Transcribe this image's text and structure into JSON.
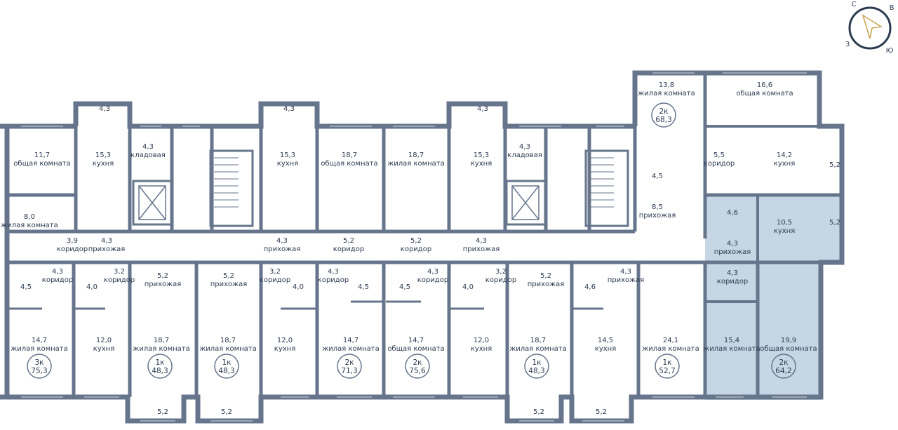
{
  "colors": {
    "wall": "#66758c",
    "highlight": "#c6d6e4",
    "text": "#2c3a50",
    "window": "#9aa7b8"
  },
  "compass": {
    "n": "С",
    "e": "В",
    "s": "Ю",
    "w": "З"
  },
  "rooms": [
    {
      "area": "4,3",
      "name": ""
    },
    {
      "area": "4,3",
      "name": ""
    },
    {
      "area": "4,3",
      "name": ""
    },
    {
      "area": "13,8",
      "name": "жилая комната"
    },
    {
      "area": "16,6",
      "name": "общая комната"
    },
    {
      "area": "11,7",
      "name": "общая комната"
    },
    {
      "area": "15,3",
      "name": "кухня"
    },
    {
      "area": "4,3",
      "name": "кладовая"
    },
    {
      "area": "15,3",
      "name": "кухня"
    },
    {
      "area": "18,7",
      "name": "общая комната"
    },
    {
      "area": "18,7",
      "name": "жилая комната"
    },
    {
      "area": "15,3",
      "name": "кухня"
    },
    {
      "area": "4,3",
      "name": "кладовая"
    },
    {
      "area": "5,5",
      "name": "коридор"
    },
    {
      "area": "14,2",
      "name": "кухня"
    },
    {
      "area": "5,2",
      "name": ""
    },
    {
      "area": "4,5",
      "name": ""
    },
    {
      "area": "8,0",
      "name": "жилая комната"
    },
    {
      "area": "8,5",
      "name": "прихожая"
    },
    {
      "area": "4,6",
      "name": ""
    },
    {
      "area": "10,5",
      "name": "кухня"
    },
    {
      "area": "5,2",
      "name": ""
    },
    {
      "area": "3,9",
      "name": "коридор"
    },
    {
      "area": "4,3",
      "name": "прихожая"
    },
    {
      "area": "4,3",
      "name": "прихожая"
    },
    {
      "area": "5,2",
      "name": "коридор"
    },
    {
      "area": "5,2",
      "name": "коридор"
    },
    {
      "area": "4,3",
      "name": "прихожая"
    },
    {
      "area": "4,3",
      "name": "прихожая"
    },
    {
      "area": "4,3",
      "name": "коридор"
    },
    {
      "area": "3,2",
      "name": "коридор"
    },
    {
      "area": "5,2",
      "name": "прихожая"
    },
    {
      "area": "5,2",
      "name": "прихожая"
    },
    {
      "area": "3,2",
      "name": "коридор"
    },
    {
      "area": "4,3",
      "name": "коридор"
    },
    {
      "area": "4,3",
      "name": "коридор"
    },
    {
      "area": "3,2",
      "name": "коридор"
    },
    {
      "area": "5,2",
      "name": "прихожая"
    },
    {
      "area": "4,3",
      "name": "прихожая"
    },
    {
      "area": "4,3",
      "name": "коридор"
    },
    {
      "area": "4,5",
      "name": ""
    },
    {
      "area": "4,0",
      "name": ""
    },
    {
      "area": "4,0",
      "name": ""
    },
    {
      "area": "4,5",
      "name": ""
    },
    {
      "area": "4,5",
      "name": ""
    },
    {
      "area": "4,0",
      "name": ""
    },
    {
      "area": "4,6",
      "name": ""
    },
    {
      "area": "14,7",
      "name": "жилая комната"
    },
    {
      "area": "12,0",
      "name": "кухня"
    },
    {
      "area": "18,7",
      "name": "жилая комната"
    },
    {
      "area": "18,7",
      "name": "жилая комната"
    },
    {
      "area": "12,0",
      "name": "кухня"
    },
    {
      "area": "14,7",
      "name": "жилая комната"
    },
    {
      "area": "14,7",
      "name": "общая комната"
    },
    {
      "area": "12,0",
      "name": "кухня"
    },
    {
      "area": "18,7",
      "name": "жилая комната"
    },
    {
      "area": "14,5",
      "name": "кухня"
    },
    {
      "area": "24,1",
      "name": "жилая комната"
    },
    {
      "area": "15,4",
      "name": "жилая комната"
    },
    {
      "area": "19,9",
      "name": "общая комната"
    },
    {
      "area": "5,2",
      "name": ""
    },
    {
      "area": "5,2",
      "name": ""
    },
    {
      "area": "5,2",
      "name": ""
    },
    {
      "area": "5,2",
      "name": ""
    }
  ],
  "apartments": [
    {
      "type": "2к",
      "area": "68,3"
    },
    {
      "type": "3к",
      "area": "75,3"
    },
    {
      "type": "1к",
      "area": "48,3"
    },
    {
      "type": "1к",
      "area": "48,3"
    },
    {
      "type": "2к",
      "area": "71,3"
    },
    {
      "type": "2к",
      "area": "75,6"
    },
    {
      "type": "1к",
      "area": "48,3"
    },
    {
      "type": "1к",
      "area": "52,7"
    },
    {
      "type": "2к",
      "area": "64,2"
    }
  ]
}
